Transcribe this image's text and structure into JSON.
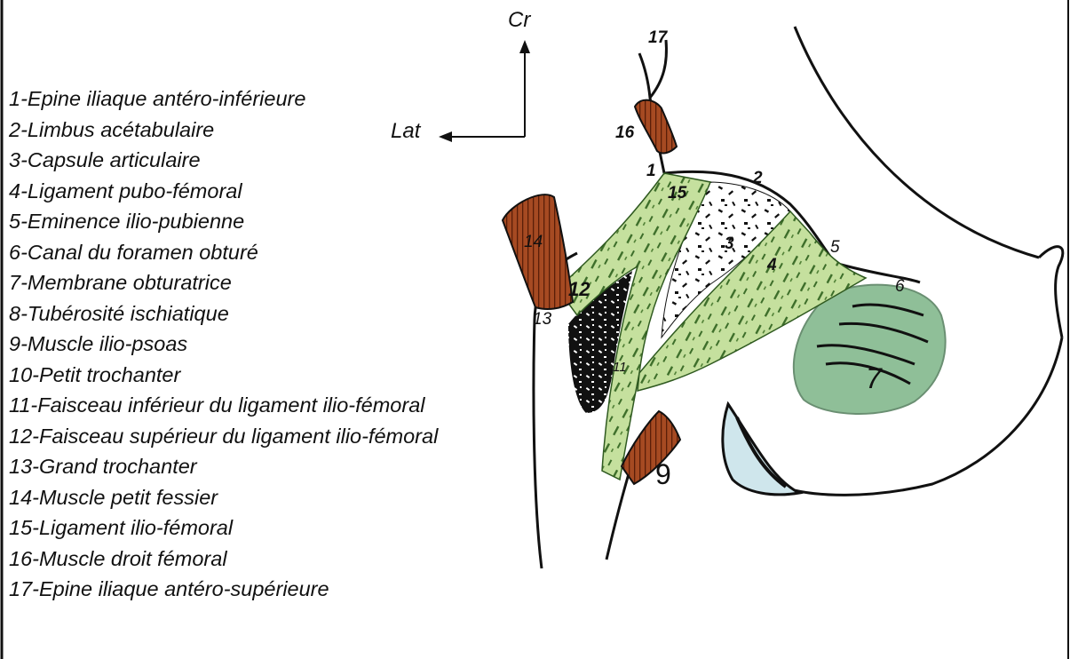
{
  "legend": [
    {
      "num": "1",
      "name": "Epine iliaque antéro-inférieure"
    },
    {
      "num": "2",
      "name": "Limbus acétabulaire"
    },
    {
      "num": "3",
      "name": "Capsule articulaire"
    },
    {
      "num": "4",
      "name": "Ligament pubo-fémoral"
    },
    {
      "num": "5",
      "name": "Eminence ilio-pubienne"
    },
    {
      "num": "6",
      "name": "Canal du foramen obturé"
    },
    {
      "num": "7",
      "name": "Membrane obturatrice"
    },
    {
      "num": "8",
      "name": "Tubérosité ischiatique"
    },
    {
      "num": "9",
      "name": "Muscle ilio-psoas"
    },
    {
      "num": "10",
      "name": "Petit trochanter"
    },
    {
      "num": "11",
      "name": "Faisceau inférieur du ligament ilio-fémoral"
    },
    {
      "num": "12",
      "name": "Faisceau supérieur du ligament ilio-fémoral"
    },
    {
      "num": "13",
      "name": "Grand trochanter"
    },
    {
      "num": "14",
      "name": "Muscle petit fessier"
    },
    {
      "num": "15",
      "name": "Ligament ilio-fémoral"
    },
    {
      "num": "16",
      "name": "Muscle droit fémoral"
    },
    {
      "num": "17",
      "name": "Epine iliaque antéro-supérieure"
    }
  ],
  "orientation": {
    "cranial": "Cr",
    "lateral": "Lat"
  },
  "markers": {
    "m1": "1",
    "m2": "2",
    "m3": "3",
    "m4": "4",
    "m5": "5",
    "m6": "6",
    "m7": "7",
    "m9": "9",
    "m11": "11",
    "m12": "12",
    "m13": "13",
    "m14": "14",
    "m15": "15",
    "m16": "16",
    "m17": "17"
  },
  "colors": {
    "ligament": "#c5e09e",
    "ligament_fiber": "#3d6e2a",
    "muscle": "#a64a22",
    "membrane": "#8fbf98",
    "outline": "#111111"
  }
}
